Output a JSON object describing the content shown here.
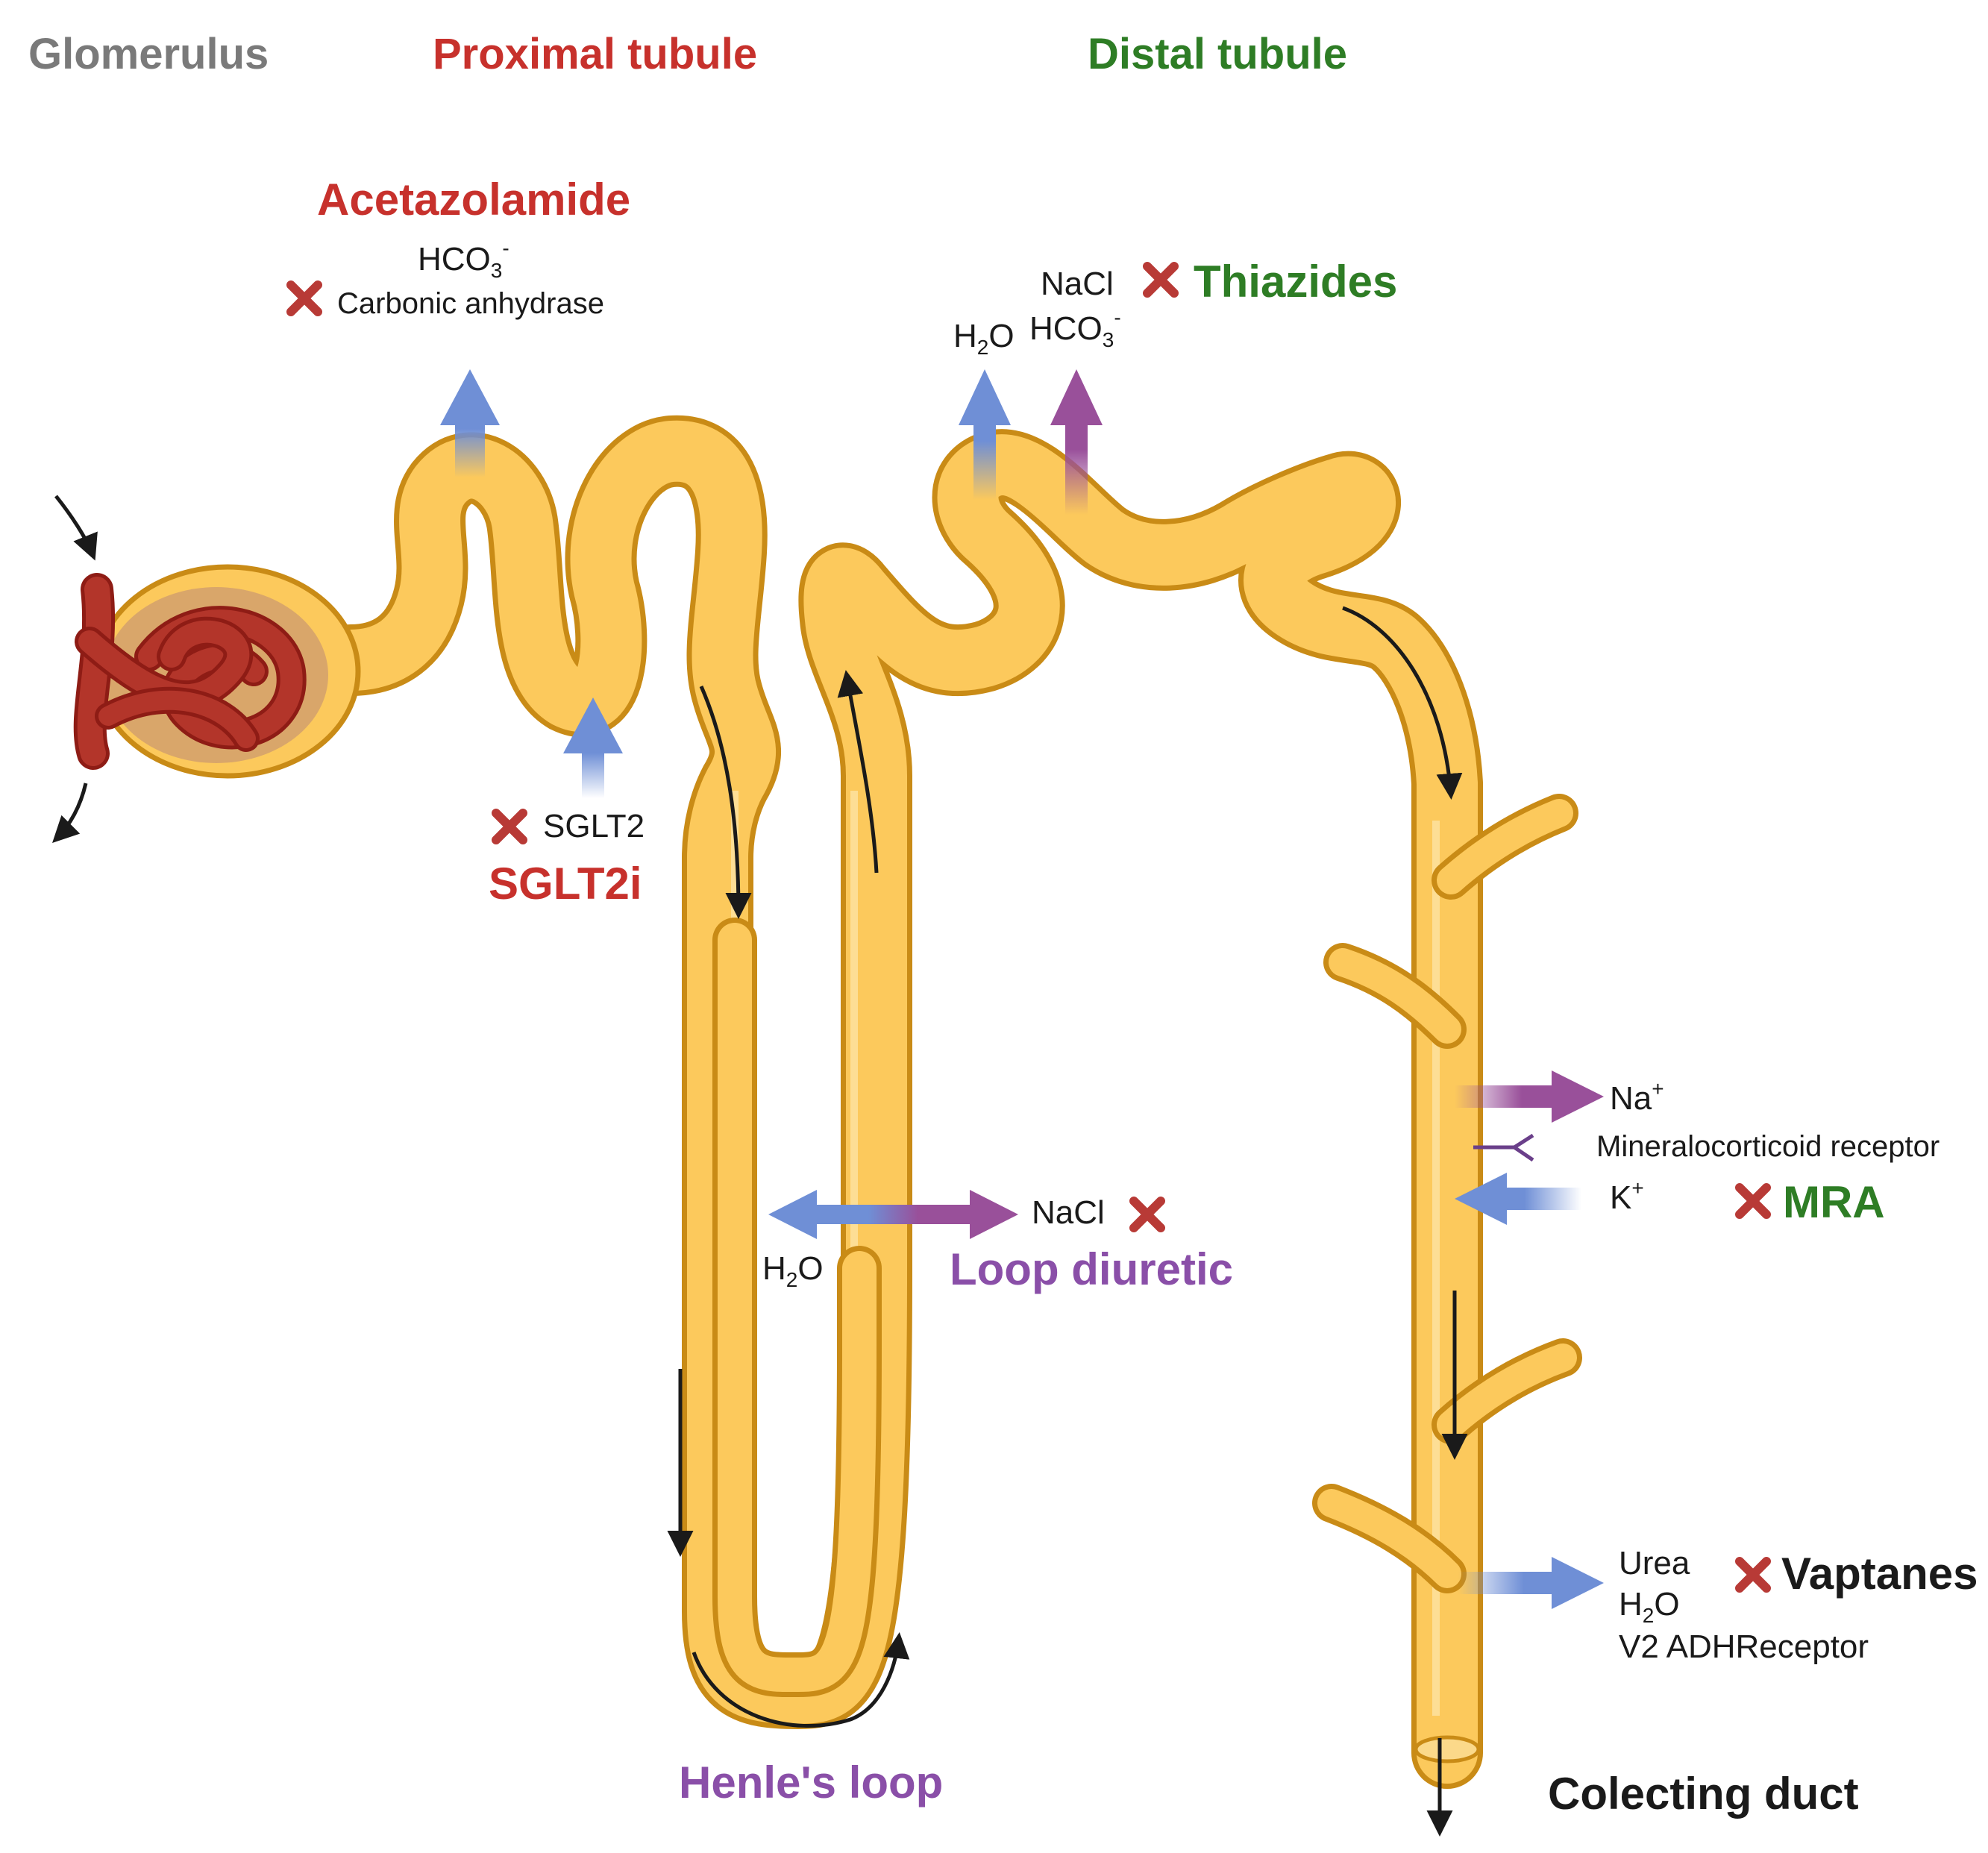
{
  "headers": {
    "glomerulus": "Glomerulus",
    "proximal": "Proximal tubule",
    "distal": "Distal tubule"
  },
  "acetazolamide": {
    "drug": "Acetazolamide",
    "ion": "HCO",
    "sub": "3",
    "sup": "-",
    "target": "Carbonic anhydrase"
  },
  "sglt2": {
    "target": "SGLT2",
    "drug": "SGLT2i"
  },
  "thiazides": {
    "drug": "Thiazides",
    "nacl": "NaCl",
    "h2o": "H",
    "h2o_sub": "2",
    "h2o_tail": "O",
    "hco3": "HCO",
    "hco3_sub": "3",
    "hco3_sup": "-"
  },
  "loop": {
    "drug": "Loop diuretic",
    "nacl": "NaCl",
    "h2o": "H",
    "h2o_sub": "2",
    "h2o_tail": "O",
    "henle": "Henle's loop"
  },
  "mra": {
    "drug": "MRA",
    "na": "Na",
    "na_sup": "+",
    "receptor": "Mineralocorticoid receptor",
    "k": "K",
    "k_sup": "+"
  },
  "vaptanes": {
    "drug": "Vaptanes",
    "urea": "Urea",
    "h2o": "H",
    "h2o_sub": "2",
    "h2o_tail": "O",
    "receptor": "V2 ADHReceptor"
  },
  "duct": {
    "label": "Colecting duct"
  },
  "colors": {
    "gray": "#7a7a7a",
    "red": "#c7312c",
    "green": "#2e7d25",
    "purple": "#8a4fa8",
    "tubule": "#fcc95c",
    "tubule_edge": "#c98b16",
    "blue_arrow": "#6f8fd6",
    "purple_arrow": "#99509a",
    "x_mark": "#b83a36"
  }
}
